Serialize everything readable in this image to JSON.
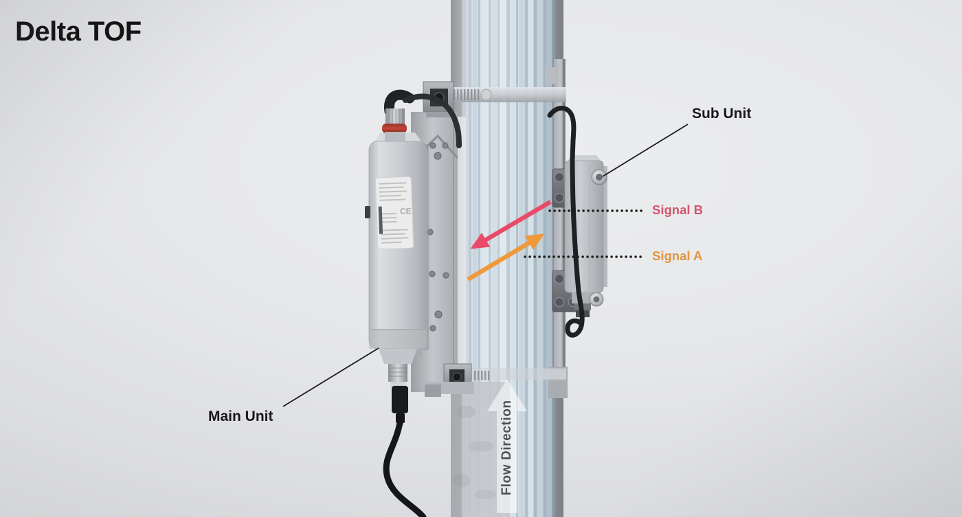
{
  "title": "Delta TOF",
  "diagram": {
    "annotations": {
      "sub_unit": "Sub Unit",
      "main_unit": "Main Unit",
      "signal_b": "Signal B",
      "signal_a": "Signal A",
      "flow_direction": "Flow Direction"
    },
    "device": {
      "plate_mark": "CE"
    },
    "colors": {
      "title_text": "#0b0b0c",
      "unit_label_text": "#18181a",
      "signal_b_text": "#d4556e",
      "signal_a_text": "#e39440",
      "signal_b_arrow": "#e84a67",
      "signal_a_arrow": "#f0993b",
      "leader_line": "#1d1d1f",
      "flow_label_text": "#4d5257"
    }
  }
}
